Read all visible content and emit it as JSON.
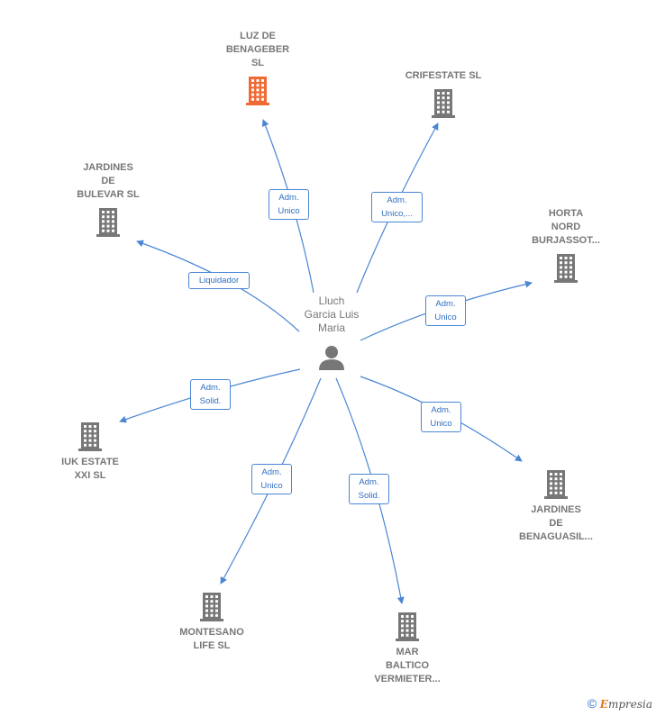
{
  "center": {
    "name": "Lluch\nGarcia Luis\nMaria"
  },
  "colors": {
    "edge": "#4a86d4",
    "building": "#777777",
    "building_highlight": "#f06a35"
  },
  "companies": [
    {
      "id": "luz",
      "name": "LUZ DE\nBENAGEBER\nSL",
      "highlight": true,
      "role": "Adm.\nUnico"
    },
    {
      "id": "crifestate",
      "name": "CRIFESTATE SL",
      "highlight": false,
      "role": "Adm.\nUnico,..."
    },
    {
      "id": "jardines-bulevar",
      "name": "JARDINES\nDE\nBULEVAR SL",
      "highlight": false,
      "role": "Liquidador"
    },
    {
      "id": "horta",
      "name": "HORTA\nNORD\nBURJASSOT...",
      "highlight": false,
      "role": "Adm.\nUnico"
    },
    {
      "id": "iuk",
      "name": "IUK ESTATE\nXXI  SL",
      "highlight": false,
      "role": "Adm.\nSolid."
    },
    {
      "id": "jardines-benaguasil",
      "name": "JARDINES\nDE\nBENAGUASIL...",
      "highlight": false,
      "role": "Adm.\nUnico"
    },
    {
      "id": "montesano",
      "name": "MONTESANO\nLIFE  SL",
      "highlight": false,
      "role": "Adm.\nUnico"
    },
    {
      "id": "mar",
      "name": "MAR\nBALTICO\nVERMIETER...",
      "highlight": false,
      "role": "Adm.\nSolid."
    }
  ],
  "footer": {
    "copyright": "©",
    "brand_initial": "E",
    "brand_rest": "mpresia"
  }
}
